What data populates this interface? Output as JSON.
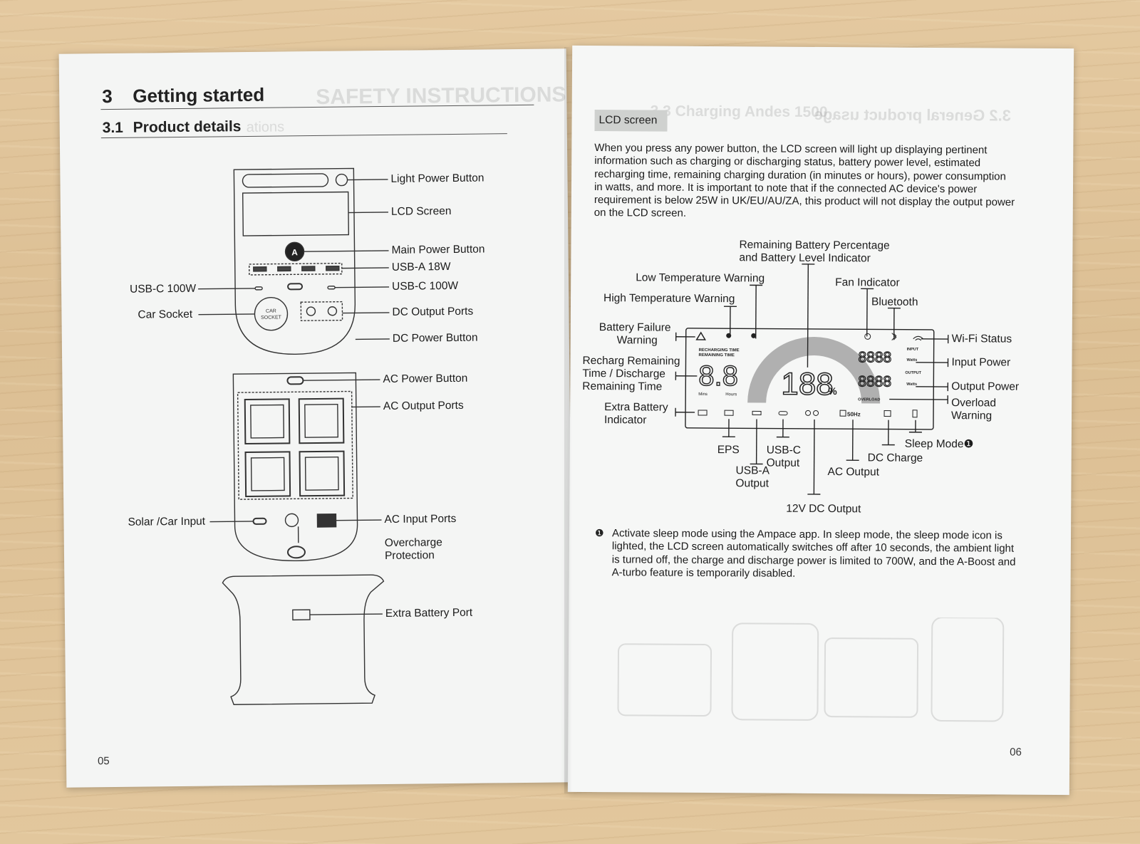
{
  "left_page": {
    "section_number": "3",
    "section_title": "Getting started",
    "subsection_number": "3.1",
    "subsection_title": "Product details",
    "ghost_heading": "SAFETY INSTRUCTIONS",
    "ghost_subheading": "ations",
    "device_labels": {
      "light_power_button": "Light Power Button",
      "lcd_screen": "LCD Screen",
      "main_power_button": "Main Power Button",
      "usb_a": "USB-A 18W",
      "usb_c_right": "USB-C 100W",
      "usb_c_left": "USB-C 100W",
      "car_socket": "Car Socket",
      "dc_output_ports": "DC Output Ports",
      "dc_power_button": "DC Power Button",
      "ac_power_button": "AC Power Button",
      "ac_output_ports": "AC Output Ports",
      "solar_car_input": "Solar /Car Input",
      "ac_input_ports": "AC Input Ports",
      "overcharge_protection_1": "Overcharge",
      "overcharge_protection_2": "Protection",
      "extra_battery_port": "Extra Battery Port"
    },
    "device_inner_text": {
      "main_button_letter": "A",
      "car_socket_text_1": "CAR",
      "car_socket_text_2": "SOCKET"
    },
    "page_number": "05"
  },
  "right_page": {
    "section_tag": "LCD screen",
    "ghost_heading": "3.2 General product usage",
    "ghost_subheading": "3.3 Charging Andes 1500",
    "intro": "When you press any power button, the LCD screen will light up displaying pertinent information such as charging or discharging status, battery power level, estimated recharging time, remaining charging duration (in minutes or hours), power consumption in watts, and more. It is important to note that if the connected AC device's power requirement is below 25W in UK/EU/AU/ZA, this product will not display the output power on the LCD screen.",
    "lcd_labels": {
      "battery_percentage_1": "Remaining Battery Percentage",
      "battery_percentage_2": "and Battery Level Indicator",
      "low_temp": "Low Temperature Warning",
      "high_temp": "High Temperature Warning",
      "fan": "Fan Indicator",
      "bluetooth": "Bluetooth",
      "battery_failure_1": "Battery Failure",
      "battery_failure_2": "Warning",
      "wifi": "Wi-Fi Status",
      "recharge_1": "Recharg Remaining",
      "recharge_2": "Time / Discharge",
      "recharge_3": "Remaining Time",
      "input_power": "Input Power",
      "output_power": "Output Power",
      "overload_1": "Overload",
      "overload_2": "Warning",
      "extra_battery_1": "Extra Battery",
      "extra_battery_2": "Indicator",
      "sleep_mode": "Sleep Mode",
      "eps": "EPS",
      "usb_c_1": "USB-C",
      "usb_c_2": "Output",
      "usb_a_1": "USB-A",
      "usb_a_2": "Output",
      "dc_charge": "DC Charge",
      "ac_output": "AC Output",
      "dc12": "12V DC Output"
    },
    "lcd_inner": {
      "recharging_time": "RECHARGING TIME",
      "remaining_time": "REMAINING TIME",
      "mins": "Mins",
      "hours": "Hours",
      "percent": "%",
      "input": "INPUT",
      "output": "OUTPUT",
      "watts": "Watts",
      "overload": "OVERLOAD",
      "hz": "50Hz",
      "big_digits": "188",
      "time_digits": "8.8",
      "power_digits": "8888"
    },
    "footnote_marker": "❶",
    "footnote": "Activate sleep mode using the Ampace app. In sleep mode, the sleep mode icon is lighted, the LCD screen automatically switches off after 10 seconds, the ambient light is turned off, the charge and discharge power is limited to 700W, and the A-Boost and A-turbo feature is temporarily disabled.",
    "page_number": "06"
  }
}
